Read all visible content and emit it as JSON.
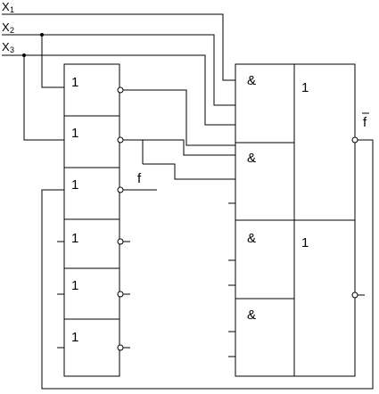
{
  "inputs": [
    {
      "letter": "X",
      "index": "1"
    },
    {
      "letter": "X",
      "index": "2"
    },
    {
      "letter": "X",
      "index": "3"
    }
  ],
  "or_block": {
    "cells": [
      {
        "symbol": "1"
      },
      {
        "symbol": "1"
      },
      {
        "symbol": "1"
      },
      {
        "symbol": "1"
      },
      {
        "symbol": "1"
      },
      {
        "symbol": "1"
      }
    ]
  },
  "and_block": {
    "cells": [
      {
        "symbol": "&"
      },
      {
        "symbol": "&"
      },
      {
        "symbol": "&"
      },
      {
        "symbol": "&"
      }
    ]
  },
  "or_out_block": {
    "cells": [
      {
        "symbol": "1"
      },
      {
        "symbol": "1"
      }
    ]
  },
  "outputs": {
    "f": "f",
    "f_bar": "f"
  }
}
